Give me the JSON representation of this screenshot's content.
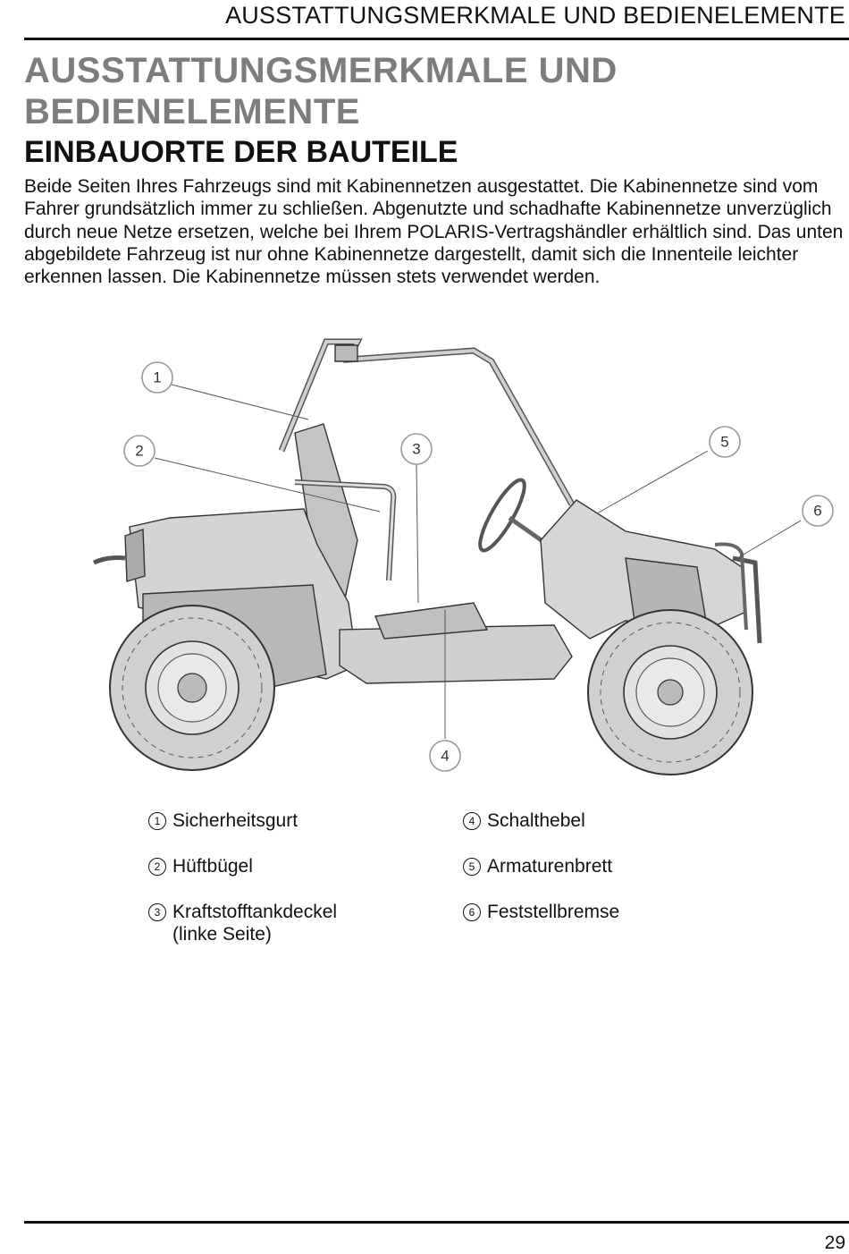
{
  "running_header": "AUSSTATTUNGSMERKMALE UND BEDIENELEMENTE",
  "section_title": "AUSSTATTUNGSMERKMALE UND BEDIENELEMENTE",
  "subsection_title": "EINBAUORTE DER BAUTEILE",
  "body_text": "Beide Seiten Ihres Fahrzeugs sind mit Kabinennetzen ausgestattet. Die Kabinennetze sind vom Fahrer grundsätzlich immer zu schließen. Abgenutzte und schadhafte Kabinennetze unverzüglich durch neue Netze ersetzen, welche bei Ihrem POLARIS-Vertragshändler erhältlich sind. Das unten abgebildete Fahrzeug ist nur ohne Kabinennetze dargestellt, damit sich die Innenteile leichter erkennen lassen. Die Kabinennetze müssen stets verwendet werden.",
  "callouts": [
    "1",
    "2",
    "3",
    "4",
    "5",
    "6"
  ],
  "legend": [
    {
      "num": "1",
      "label": "Sicherheitsgurt"
    },
    {
      "num": "2",
      "label": "Hüftbügel"
    },
    {
      "num": "3",
      "label": "Kraftstofftankdeckel\n(linke Seite)"
    },
    {
      "num": "4",
      "label": "Schalthebel"
    },
    {
      "num": "5",
      "label": "Armaturenbrett"
    },
    {
      "num": "6",
      "label": "Feststellbremse"
    }
  ],
  "page_number": "29"
}
